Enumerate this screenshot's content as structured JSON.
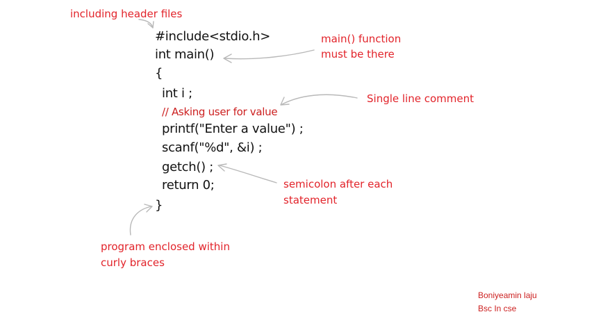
{
  "code": {
    "lines": [
      "#include<stdio.h>",
      "int main()",
      "{",
      "int i ;",
      "// Asking user for value",
      "printf(\"Enter a value\") ;",
      "scanf(\"%d\", &i) ;",
      "getch() ;",
      "return 0;",
      "}"
    ]
  },
  "annotations": {
    "header_files": "including header files",
    "main_function": [
      "main() function",
      "must be there"
    ],
    "comment": "Single line comment",
    "semicolon": [
      "semicolon after each",
      "statement"
    ],
    "braces": [
      "program enclosed within",
      "curly braces"
    ]
  },
  "signature": {
    "name": "Boniyeamin laju",
    "degree": "Bsc In cse"
  },
  "colors": {
    "annotation": "#e2232a",
    "code": "#111111",
    "comment": "#cc1f1f",
    "arrow": "#b8b8b8",
    "background": "#ffffff"
  }
}
